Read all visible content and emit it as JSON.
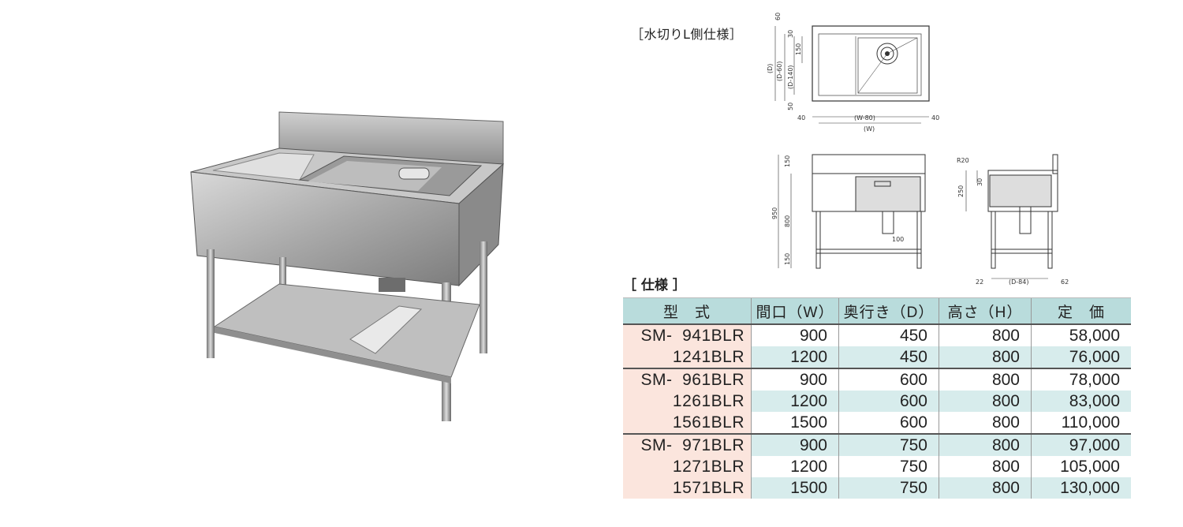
{
  "drawing_title": "［水切りL側仕様］",
  "spec_heading": "［ 仕様 ］",
  "columns": [
    "型　式",
    "間口（W）",
    "奥行き（D）",
    "高さ（H）",
    "定　価"
  ],
  "rows": [
    {
      "prefix": "SM-",
      "model": "941BLR",
      "w": "900",
      "d": "450",
      "h": "800",
      "price": "58,000"
    },
    {
      "prefix": "",
      "model": "1241BLR",
      "w": "1200",
      "d": "450",
      "h": "800",
      "price": "76,000"
    },
    {
      "prefix": "SM-",
      "model": "961BLR",
      "w": "900",
      "d": "600",
      "h": "800",
      "price": "78,000"
    },
    {
      "prefix": "",
      "model": "1261BLR",
      "w": "1200",
      "d": "600",
      "h": "800",
      "price": "83,000"
    },
    {
      "prefix": "",
      "model": "1561BLR",
      "w": "1500",
      "d": "600",
      "h": "800",
      "price": "110,000"
    },
    {
      "prefix": "SM-",
      "model": "971BLR",
      "w": "900",
      "d": "750",
      "h": "800",
      "price": "97,000"
    },
    {
      "prefix": "",
      "model": "1271BLR",
      "w": "1200",
      "d": "750",
      "h": "800",
      "price": "105,000"
    },
    {
      "prefix": "",
      "model": "1571BLR",
      "w": "1500",
      "d": "750",
      "h": "800",
      "price": "130,000"
    }
  ],
  "dims": {
    "top_left": [
      "60",
      "(D)",
      "(D-60)",
      "30",
      "150",
      "(D-140)",
      "50"
    ],
    "top_bottom": [
      "40",
      "(W-80)",
      "40",
      "(W)"
    ],
    "front": [
      "150",
      "950",
      "800",
      "150",
      "100"
    ],
    "side": [
      "R20",
      "30",
      "250",
      "22",
      "(D-84)",
      "62"
    ]
  },
  "colors": {
    "header": "#b9dcdc",
    "model_bg": "#fbe5dd",
    "shade": "#d7ecec"
  }
}
